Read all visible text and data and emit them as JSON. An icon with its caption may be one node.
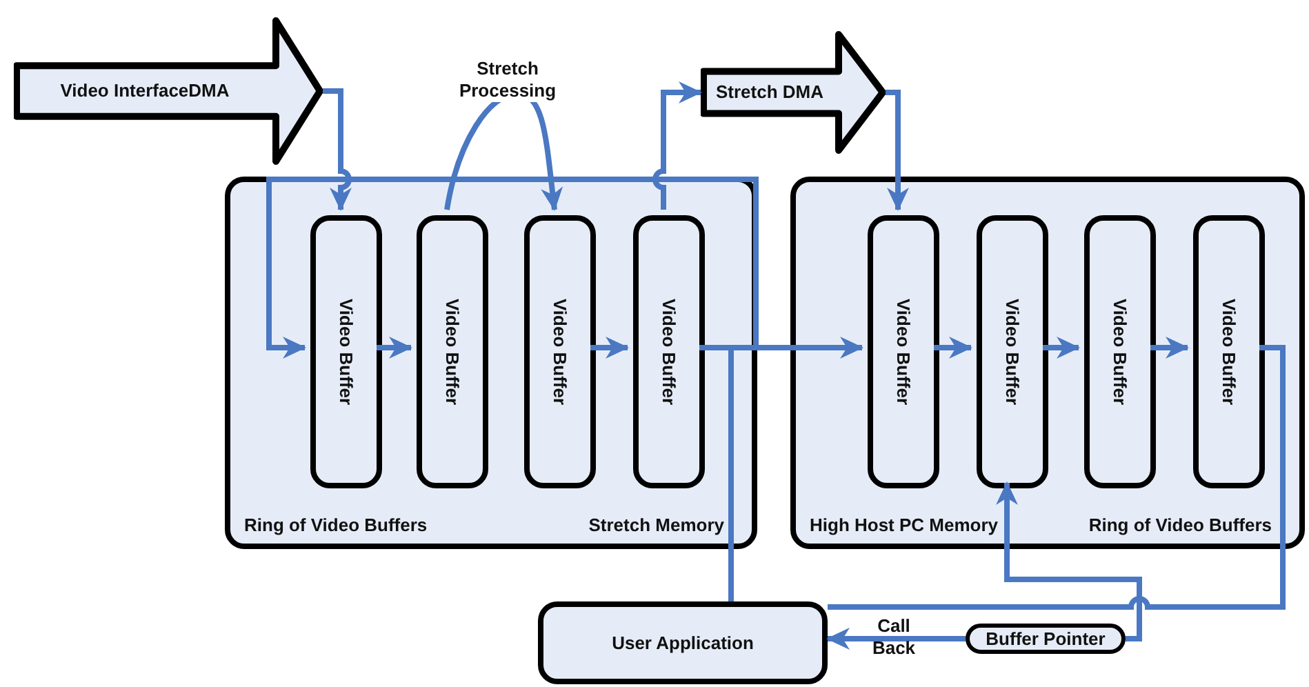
{
  "diagram": {
    "nodes": [
      {
        "text": [
          "Video InterfaceDMA"
        ]
      },
      {
        "text": [
          "Stretch DMA"
        ]
      },
      {
        "text": [
          "Ring of Video Buffers",
          "Stretch Memory"
        ]
      },
      {
        "text": [
          "Video Buffer"
        ],
        "in": 2
      },
      {
        "text": [
          "Video Buffer"
        ],
        "in": 2
      },
      {
        "text": [
          "Video Buffer"
        ],
        "in": 2
      },
      {
        "text": [
          "Video Buffer"
        ],
        "in": 2
      },
      {
        "text": [
          "High Host PC Memory",
          "Ring of Video Buffers"
        ]
      },
      {
        "text": [
          "Video Buffer"
        ],
        "in": 7
      },
      {
        "text": [
          "Video Buffer"
        ],
        "in": 7
      },
      {
        "text": [
          "Video Buffer"
        ],
        "in": 7
      },
      {
        "text": [
          "Video Buffer"
        ],
        "in": 7
      },
      {
        "text": [
          "User Application"
        ]
      },
      {
        "text": [
          "Buffer Pointer"
        ]
      }
    ],
    "edges": [
      {
        "from": 0,
        "to": 3,
        "arrow": "to"
      },
      {
        "from": 3,
        "to": 4,
        "arrow": "to"
      },
      {
        "from": 4,
        "to": 5,
        "arrow": "to",
        "label": "Stretch Processing"
      },
      {
        "from": 5,
        "to": 6,
        "arrow": "to"
      },
      {
        "from": 6,
        "to": 1,
        "arrow": "to"
      },
      {
        "from": 1,
        "to": 8,
        "arrow": "to"
      },
      {
        "from": 6,
        "to": 8,
        "arrow": "to"
      },
      {
        "from": 8,
        "to": 9,
        "arrow": "to"
      },
      {
        "from": 9,
        "to": 10,
        "arrow": "to"
      },
      {
        "from": 10,
        "to": 11,
        "arrow": "to"
      },
      {
        "from": 6,
        "to": 3,
        "arrow": "to"
      },
      {
        "from": 6,
        "to": 12,
        "arrow": "none"
      },
      {
        "from": 11,
        "to": 12,
        "arrow": "none"
      },
      {
        "from": 13,
        "to": 12,
        "arrow": "to",
        "label": "Call Back"
      },
      {
        "from": 13,
        "to": 9,
        "arrow": "to"
      }
    ]
  }
}
